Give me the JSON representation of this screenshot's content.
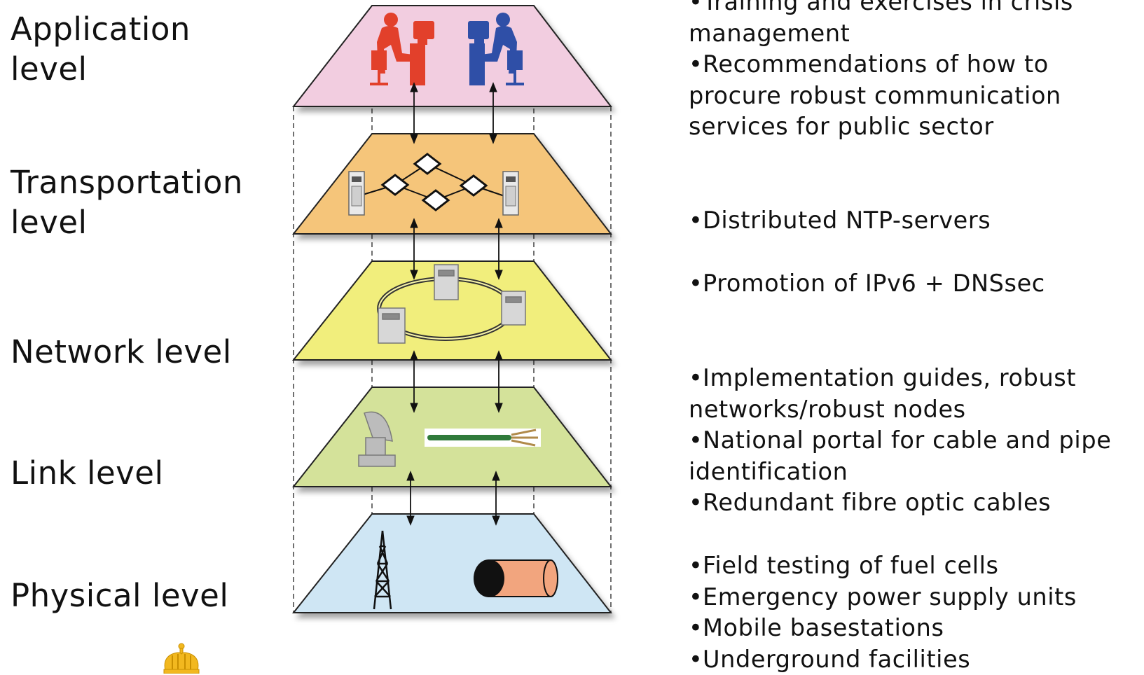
{
  "levels": [
    {
      "label": "Application\nlevel"
    },
    {
      "label": "Transportation\nlevel"
    },
    {
      "label": "Network level"
    },
    {
      "label": "Link level"
    },
    {
      "label": "Physical level"
    }
  ],
  "actions": {
    "application": [
      "Training and exercises in crisis management",
      "Recommendations of how to procure robust communication services for public sector"
    ],
    "transportation": [
      "Distributed NTP-servers"
    ],
    "network": [
      "Promotion of IPv6 + DNSsec"
    ],
    "link": [
      "Implementation guides, robust networks/robust nodes",
      "National portal for cable and pipe identification",
      "Redundant fibre optic cables"
    ],
    "physical": [
      "Field testing of fuel cells",
      "Emergency power supply units",
      "Mobile basestations",
      "Underground facilities"
    ]
  },
  "layer_colors": {
    "application": "#f2cde0",
    "transportation": "#f5c57a",
    "network": "#f1ee7c",
    "link": "#d4e29a",
    "physical": "#cfe6f4"
  },
  "icons": {
    "application": [
      "person-at-computer-icon-red",
      "person-at-computer-icon-blue"
    ],
    "transportation": [
      "server-icon",
      "router-icon",
      "server-icon"
    ],
    "network": [
      "network-ring-icon",
      "switch-node-icon"
    ],
    "link": [
      "satellite-dish-icon",
      "fibre-cable-icon"
    ],
    "physical": [
      "transmission-tower-icon",
      "cable-pipe-icon"
    ],
    "logo": "crown-icon"
  }
}
